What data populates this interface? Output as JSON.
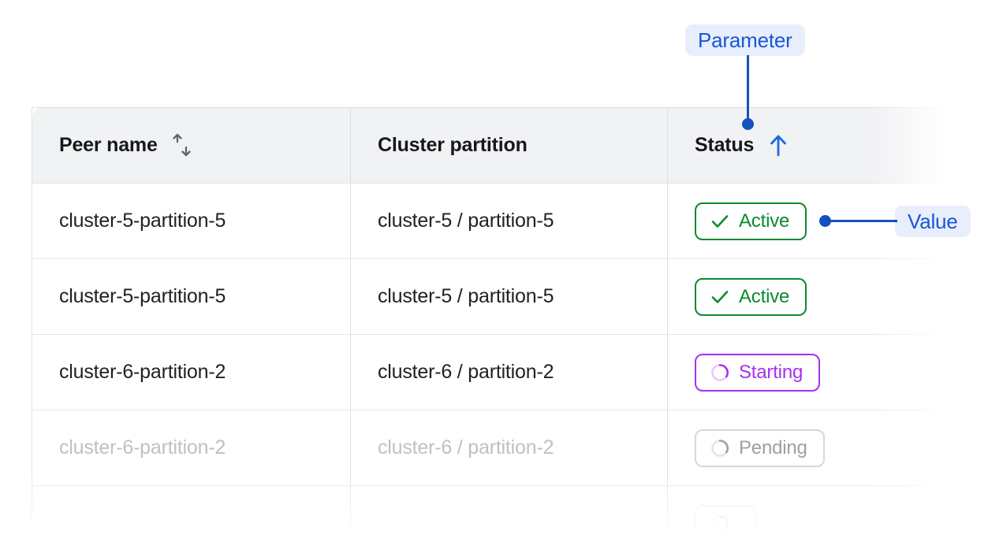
{
  "table": {
    "columns": [
      {
        "key": "peer_name",
        "label": "Peer name",
        "sort_icon": "sort-updown-icon",
        "sort_state": "none"
      },
      {
        "key": "cluster_partition",
        "label": "Cluster partition",
        "sort_icon": null,
        "sort_state": "none"
      },
      {
        "key": "status",
        "label": "Status",
        "sort_icon": "arrow-up-icon",
        "sort_state": "ascending"
      }
    ],
    "rows": [
      {
        "peer_name": "cluster-5-partition-5",
        "cluster_partition": "cluster-5 / partition-5",
        "status": {
          "label": "Active",
          "kind": "active",
          "icon": "check-icon"
        },
        "dim": false,
        "ghost": false
      },
      {
        "peer_name": "cluster-5-partition-5",
        "cluster_partition": "cluster-5 / partition-5",
        "status": {
          "label": "Active",
          "kind": "active",
          "icon": "check-icon"
        },
        "dim": false,
        "ghost": false
      },
      {
        "peer_name": "cluster-6-partition-2",
        "cluster_partition": "cluster-6 / partition-2",
        "status": {
          "label": "Starting",
          "kind": "starting",
          "icon": "spinner-icon"
        },
        "dim": false,
        "ghost": false
      },
      {
        "peer_name": "cluster-6-partition-2",
        "cluster_partition": "cluster-6 / partition-2",
        "status": {
          "label": "Pending",
          "kind": "pending",
          "icon": "spinner-icon"
        },
        "dim": true,
        "ghost": false
      },
      {
        "peer_name": "",
        "cluster_partition": "",
        "status": {
          "label": "",
          "kind": "pending",
          "icon": "spinner-icon"
        },
        "dim": true,
        "ghost": true
      }
    ]
  },
  "annotations": {
    "parameter": {
      "label": "Parameter",
      "target": "status-column-header"
    },
    "value": {
      "label": "Value",
      "target": "status-badge-row-1"
    }
  },
  "colors": {
    "accent_blue": "#1450c0",
    "chip_bg": "#e8eefc",
    "chip_text": "#1a56d6",
    "active_green": "#0b8a2e",
    "starting_purple": "#a82ff0",
    "pending_gray": "#9aa0a6",
    "header_bg": "#f1f2f4",
    "border": "#dcdfe3"
  }
}
